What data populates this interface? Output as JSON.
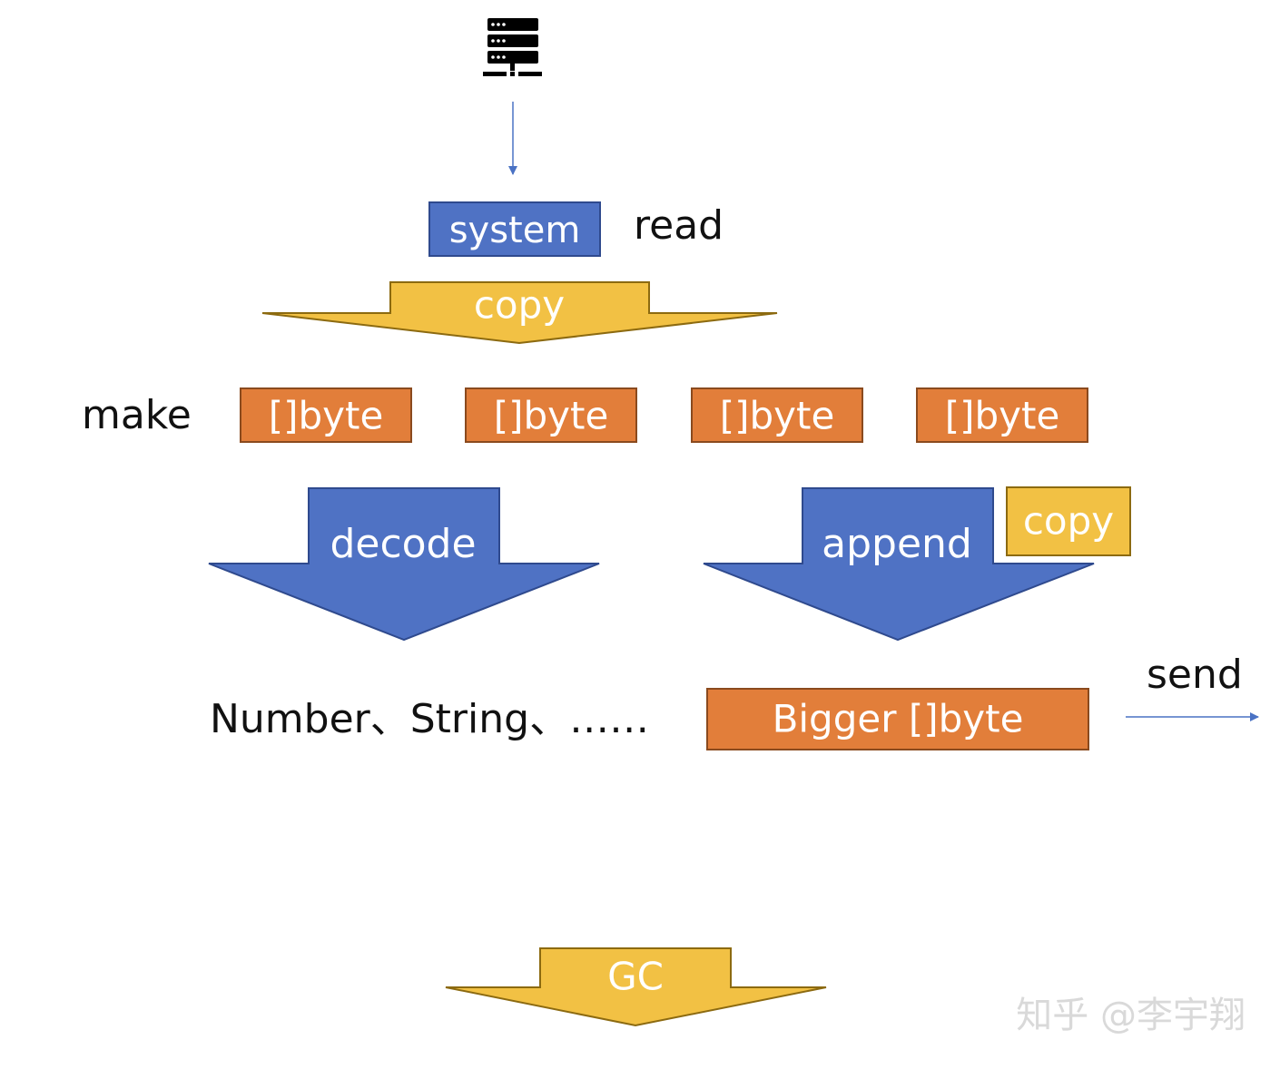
{
  "colors": {
    "blue": "#4F72C4",
    "blue_stroke": "#2F4A8E",
    "orange": "#E27E3A",
    "orange_stroke": "#8A4A1E",
    "yellow": "#F2C144",
    "yellow_stroke": "#8C6A10",
    "line_blue": "#4A72C4",
    "text_dark": "#111111",
    "text_light": "#ffffff",
    "watermark": "#d9d9d9"
  },
  "icons": {
    "server": "server-icon"
  },
  "labels": {
    "system": "system",
    "read": "read",
    "copy_arrow": "copy",
    "make": "make",
    "byte_1": "[]byte",
    "byte_2": "[]byte",
    "byte_3": "[]byte",
    "byte_4": "[]byte",
    "decode": "decode",
    "append": "append",
    "copy_tag": "copy",
    "decode_output": "Number、String、……",
    "bigger_byte": "Bigger []byte",
    "send": "send",
    "gc": "GC"
  },
  "watermark": "知乎 @李宇翔"
}
